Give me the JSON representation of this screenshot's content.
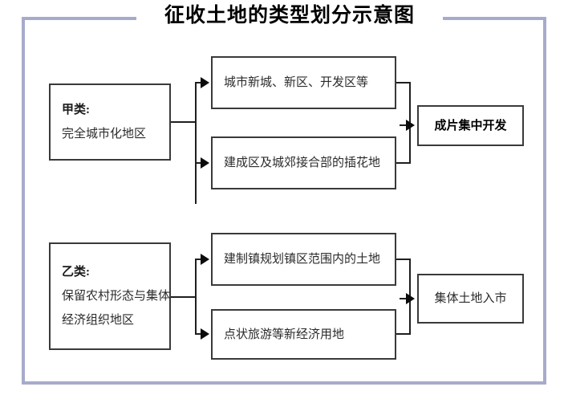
{
  "title": "征收土地的类型划分示意图",
  "frame": {
    "color": "#a7abcb"
  },
  "diagram": {
    "type": "flow-diagram",
    "box_border_color": "#3a3a3a",
    "connector_color": "#1f1f1f",
    "categories": [
      {
        "id": "cat-a",
        "heading": "甲类:",
        "body_lines": [
          "完全城市化地区"
        ],
        "children": [
          "城市新城、新区、开发区等",
          "建成区及城郊接合部的插花地"
        ],
        "outcome": "成片集中开发",
        "outcome_bold": true
      },
      {
        "id": "cat-b",
        "heading": "乙类:",
        "body_lines": [
          "保留农村形态与集体",
          "经济组织地区"
        ],
        "children": [
          "建制镇规划镇区范围内的土地",
          "点状旅游等新经济用地"
        ],
        "outcome": "集体土地入市",
        "outcome_bold": false
      }
    ]
  },
  "nodes": {
    "cat_a_heading": "甲类:",
    "cat_a_line1": "完全城市化地区",
    "a_sub_1": "城市新城、新区、开发区等",
    "a_sub_2": "建成区及城郊接合部的插花地",
    "out_a": "成片集中开发",
    "cat_b_heading": "乙类:",
    "cat_b_line1": "保留农村形态与集体",
    "cat_b_line2": "经济组织地区",
    "b_sub_1": "建制镇规划镇区范围内的土地",
    "b_sub_2": "点状旅游等新经济用地",
    "out_b": "集体土地入市"
  }
}
